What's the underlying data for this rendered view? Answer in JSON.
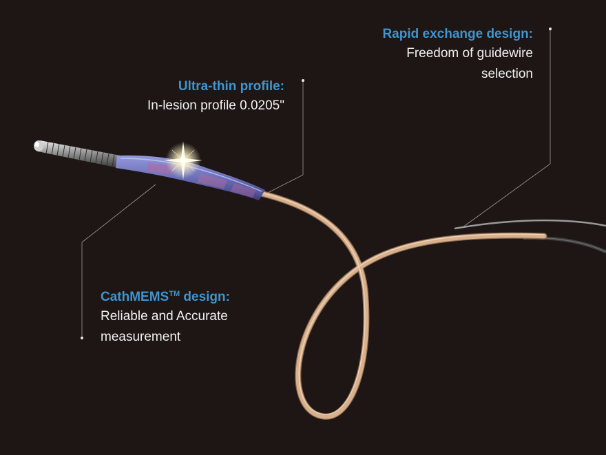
{
  "callouts": {
    "rapid_exchange": {
      "heading": "Rapid exchange design:",
      "lines": [
        "Freedom of guidewire",
        "selection"
      ]
    },
    "ultra_thin": {
      "heading": "Ultra-thin profile:",
      "lines": [
        "In-lesion profile 0.0205\""
      ]
    },
    "cathmems": {
      "heading_main": "CathMEMS",
      "heading_sup": "TM",
      "heading_tail": " design:",
      "lines": [
        "Reliable and Accurate",
        "measurement"
      ]
    }
  },
  "colors": {
    "background": "#1d1614",
    "heading": "#3f95cf",
    "body_text": "#f2f2f2",
    "catheter": "#d9b08c",
    "sensor_sleeve": "#6f74c0"
  },
  "icons": [
    "sparkle-icon"
  ]
}
